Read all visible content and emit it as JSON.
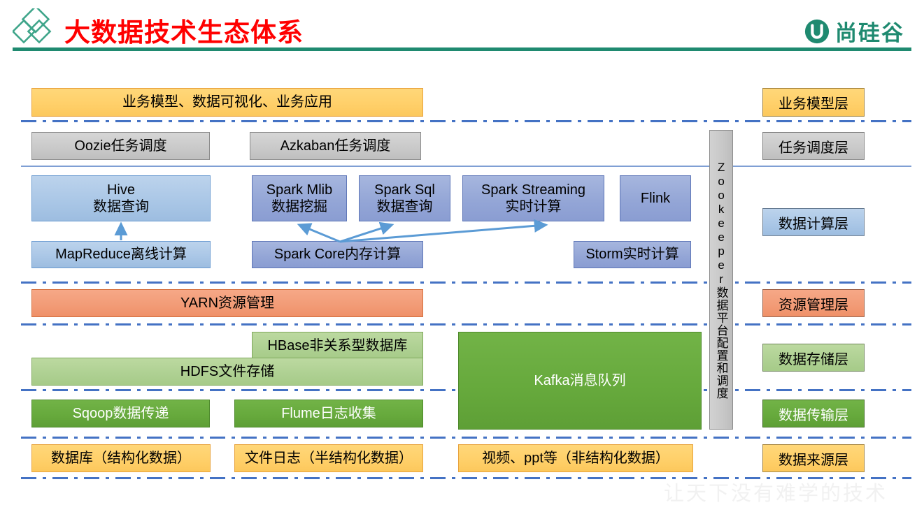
{
  "header": {
    "title": "大数据技术生态体系",
    "brand": "尚硅谷",
    "title_color": "#ff0000",
    "brand_color": "#1f8a70",
    "rule_color": "#1f8a70"
  },
  "watermark": "让天下没有难学的技术",
  "zookeeper": {
    "label": "Zookeeper数据平台配置和调度",
    "color": "#c8c8c8"
  },
  "layers": [
    {
      "key": "business",
      "label": "业务模型层",
      "color": "#ffd06a"
    },
    {
      "key": "schedule",
      "label": "任务调度层",
      "color": "#cacaca"
    },
    {
      "key": "compute",
      "label": "数据计算层",
      "color": "#a9c6e6"
    },
    {
      "key": "resource",
      "label": "资源管理层",
      "color": "#f29b76"
    },
    {
      "key": "storage",
      "label": "数据存储层",
      "color": "#aed092"
    },
    {
      "key": "transport",
      "label": "数据传输层",
      "color": "#66a93c"
    },
    {
      "key": "source",
      "label": "数据来源层",
      "color": "#ffd06a"
    }
  ],
  "boxes": {
    "business_model": "业务模型、数据可视化、业务应用",
    "oozie": "Oozie任务调度",
    "azkaban": "Azkaban任务调度",
    "hive": "Hive\n数据查询",
    "spark_mlib": "Spark Mlib\n数据挖掘",
    "spark_sql": "Spark Sql\n数据查询",
    "spark_streaming": "Spark Streaming\n实时计算",
    "flink": "Flink",
    "mapreduce": "MapReduce离线计算",
    "spark_core": "Spark Core内存计算",
    "storm": "Storm实时计算",
    "yarn": "YARN资源管理",
    "hbase": "HBase非关系型数据库",
    "hdfs": "HDFS文件存储",
    "kafka": "Kafka消息队列",
    "sqoop": "Sqoop数据传递",
    "flume": "Flume日志收集",
    "source_db": "数据库（结构化数据）",
    "source_log": "文件日志（半结构化数据）",
    "source_media": "视频、ppt等（非结构化数据）"
  },
  "arrows": {
    "color": "#5b9bd5",
    "connections": [
      {
        "from": "mapreduce",
        "to": "hive"
      },
      {
        "from": "spark_core",
        "to": "spark_mlib"
      },
      {
        "from": "spark_core",
        "to": "spark_sql"
      },
      {
        "from": "spark_core",
        "to": "spark_streaming"
      }
    ]
  }
}
